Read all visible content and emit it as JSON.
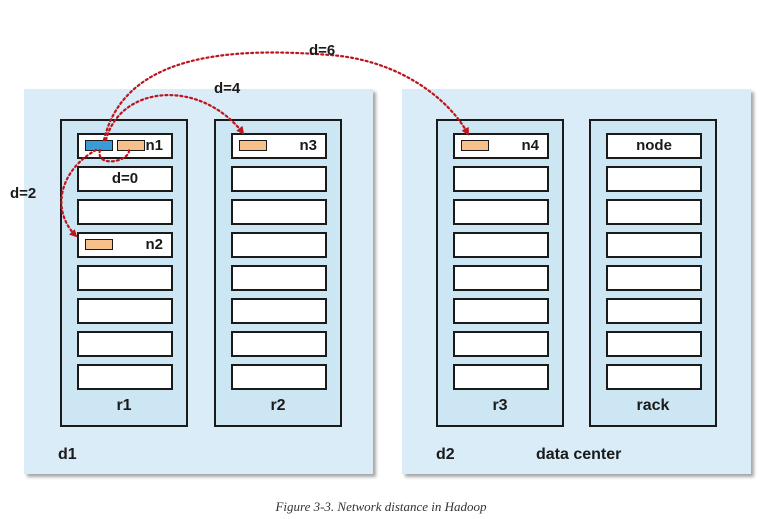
{
  "datacenters": [
    {
      "label": "d1",
      "racks": [
        {
          "label": "r1",
          "nodes": [
            "n1",
            "d=0",
            "",
            "n2",
            "",
            "",
            "",
            ""
          ]
        },
        {
          "label": "r2",
          "nodes": [
            "n3",
            "",
            "",
            "",
            "",
            "",
            "",
            ""
          ]
        }
      ]
    },
    {
      "label": "d2",
      "caption": "data center",
      "racks": [
        {
          "label": "r3",
          "nodes": [
            "n4",
            "",
            "",
            "",
            "",
            "",
            "",
            ""
          ]
        },
        {
          "label": "rack",
          "nodes": [
            "node",
            "",
            "",
            "",
            "",
            "",
            "",
            ""
          ]
        }
      ]
    }
  ],
  "distances": [
    "d=6",
    "d=4",
    "d=2"
  ],
  "caption": "Figure 3-3. Network distance in Hadoop",
  "colors": {
    "datacenter_bg": "#d9ecf7",
    "rack_bg": "#cde6f4",
    "block_orange": "#f7c08a",
    "block_blue": "#3b9bd6",
    "arc_red": "#c0141c"
  }
}
